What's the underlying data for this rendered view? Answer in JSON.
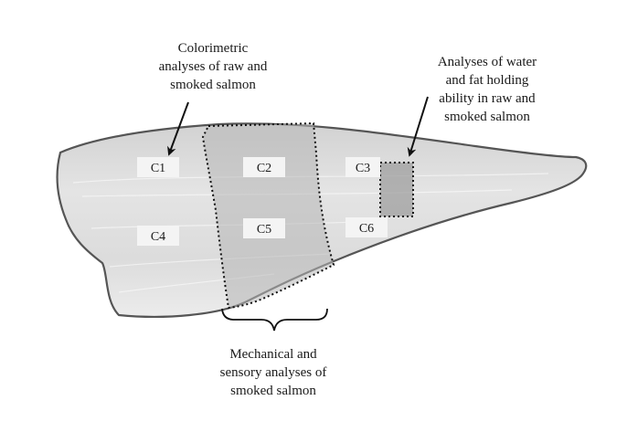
{
  "annotations": {
    "colorimetric": [
      "Colorimetric",
      "analyses of raw and",
      "smoked salmon"
    ],
    "water_fat": [
      "Analyses of water",
      "and fat holding",
      "ability in raw and",
      "smoked salmon"
    ],
    "mechanical_sensory": [
      "Mechanical and",
      "sensory analyses of",
      "smoked salmon"
    ]
  },
  "zones": {
    "c1": "C1",
    "c2": "C2",
    "c3": "C3",
    "c4": "C4",
    "c5": "C5",
    "c6": "C6"
  }
}
